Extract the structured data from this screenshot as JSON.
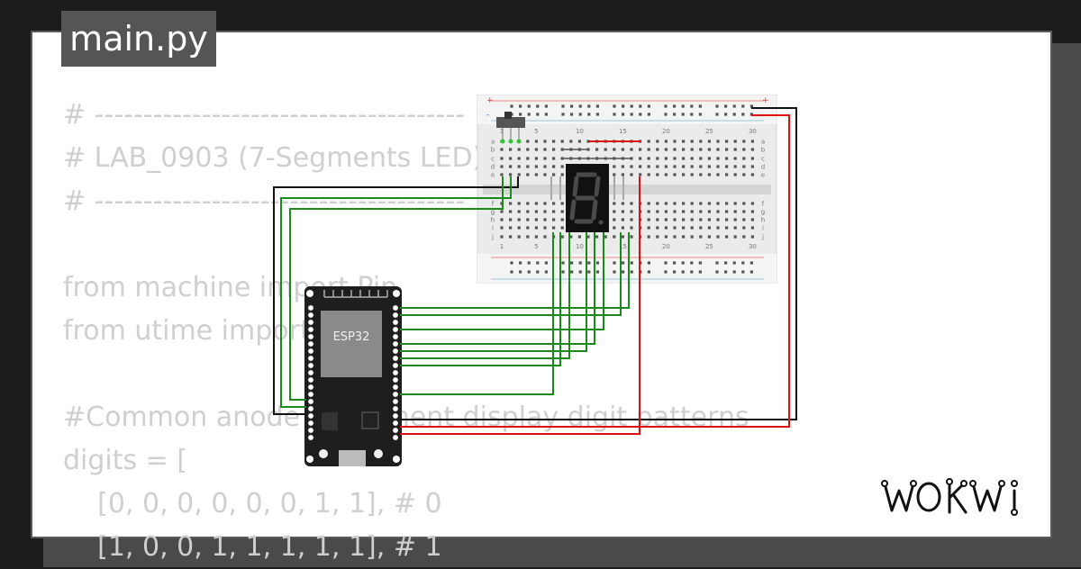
{
  "app": {
    "file_name": "main.py",
    "brand": "WOKWI"
  },
  "code_lines": [
    "# --------------------------------------",
    "# LAB_0903 (7-Segments LED)",
    "# --------------------------------------",
    "",
    "from machine import Pin",
    "from utime import sleep",
    "",
    "#Common anode 7-segment display digit patterns",
    "digits = [",
    "    [0, 0, 0, 0, 0, 0, 1, 1], # 0",
    "    [1, 0, 0, 1, 1, 1, 1, 1], # 1"
  ],
  "breadboard": {
    "column_numbers": [
      "1",
      "5",
      "10",
      "15",
      "20",
      "25",
      "30"
    ],
    "row_letters_top": [
      "a",
      "b",
      "c",
      "d",
      "e"
    ],
    "row_letters_bottom": [
      "f",
      "g",
      "h",
      "i",
      "j"
    ],
    "rail_plus": "+",
    "rail_minus": "-"
  },
  "board": {
    "chip_label": "ESP32"
  },
  "colors": {
    "wire_green": "#1a8a1a",
    "wire_red": "#dd1111",
    "wire_black": "#111111",
    "board": "#1e1e1e",
    "display": "#111111",
    "segment_off": "#4a4a4a"
  }
}
